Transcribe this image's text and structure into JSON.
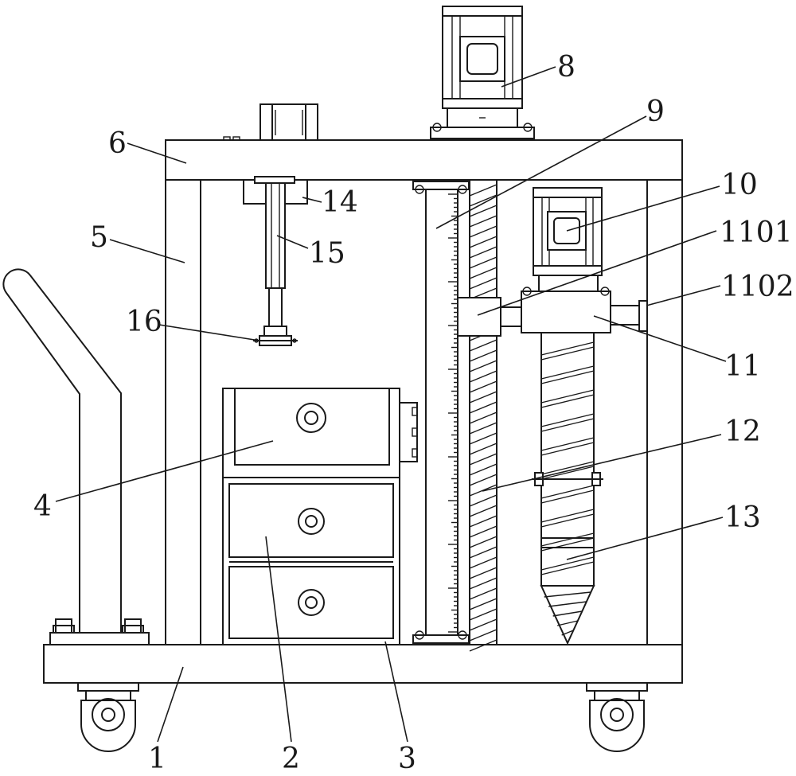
{
  "labels": [
    {
      "id": "label-1",
      "text": "1"
    },
    {
      "id": "label-2",
      "text": "2"
    },
    {
      "id": "label-3",
      "text": "3"
    },
    {
      "id": "label-4",
      "text": "4"
    },
    {
      "id": "label-5",
      "text": "5"
    },
    {
      "id": "label-6",
      "text": "6"
    },
    {
      "id": "label-8",
      "text": "8"
    },
    {
      "id": "label-9",
      "text": "9"
    },
    {
      "id": "label-10",
      "text": "10"
    },
    {
      "id": "label-1101",
      "text": "1101"
    },
    {
      "id": "label-1102",
      "text": "1102"
    },
    {
      "id": "label-11",
      "text": "11"
    },
    {
      "id": "label-12",
      "text": "12"
    },
    {
      "id": "label-13",
      "text": "13"
    },
    {
      "id": "label-14",
      "text": "14"
    },
    {
      "id": "label-15",
      "text": "15"
    },
    {
      "id": "label-16",
      "text": "16"
    }
  ],
  "colors": {
    "line": "#1a1a1a",
    "background": "#ffffff"
  }
}
